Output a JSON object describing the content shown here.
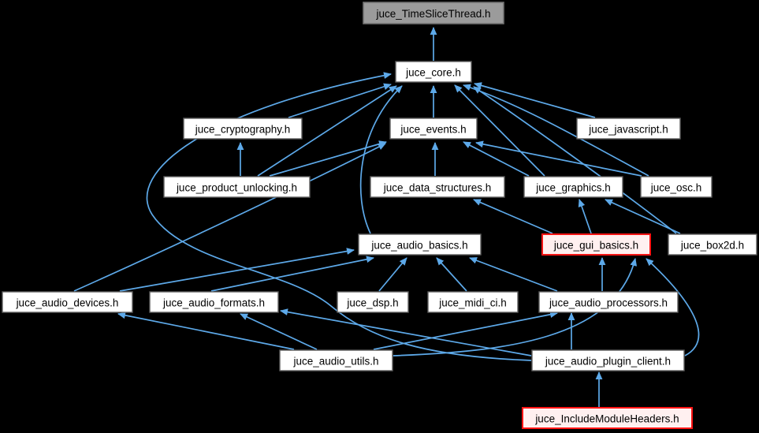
{
  "graph": {
    "colors": {
      "background": "#000000",
      "edge": "#5da9e9",
      "node_fill": "#ffffff",
      "node_border": "#5e5e5e",
      "text": "#000000",
      "focus_fill": "#9b9b9b",
      "focus_border": "#707070",
      "red_fill": "#fff0f0",
      "red_border": "#ff1414"
    },
    "nodes": [
      {
        "id": "tst",
        "label": "juce_TimeSliceThread.h",
        "style": "focus"
      },
      {
        "id": "core",
        "label": "juce_core.h",
        "style": "normal"
      },
      {
        "id": "crypto",
        "label": "juce_cryptography.h",
        "style": "normal"
      },
      {
        "id": "events",
        "label": "juce_events.h",
        "style": "normal"
      },
      {
        "id": "js",
        "label": "juce_javascript.h",
        "style": "normal"
      },
      {
        "id": "pu",
        "label": "juce_product_unlocking.h",
        "style": "normal"
      },
      {
        "id": "ds",
        "label": "juce_data_structures.h",
        "style": "normal"
      },
      {
        "id": "gfx",
        "label": "juce_graphics.h",
        "style": "normal"
      },
      {
        "id": "osc",
        "label": "juce_osc.h",
        "style": "normal"
      },
      {
        "id": "ab",
        "label": "juce_audio_basics.h",
        "style": "normal"
      },
      {
        "id": "gui",
        "label": "juce_gui_basics.h",
        "style": "red"
      },
      {
        "id": "box2d",
        "label": "juce_box2d.h",
        "style": "normal"
      },
      {
        "id": "ad",
        "label": "juce_audio_devices.h",
        "style": "normal"
      },
      {
        "id": "af",
        "label": "juce_audio_formats.h",
        "style": "normal"
      },
      {
        "id": "dsp",
        "label": "juce_dsp.h",
        "style": "normal"
      },
      {
        "id": "midi",
        "label": "juce_midi_ci.h",
        "style": "normal"
      },
      {
        "id": "ap",
        "label": "juce_audio_processors.h",
        "style": "normal"
      },
      {
        "id": "au",
        "label": "juce_audio_utils.h",
        "style": "normal"
      },
      {
        "id": "apc",
        "label": "juce_audio_plugin_client.h",
        "style": "normal"
      },
      {
        "id": "inc",
        "label": "juce_IncludeModuleHeaders.h",
        "style": "red"
      }
    ],
    "edges": [
      {
        "from": "core",
        "to": "tst"
      },
      {
        "from": "events",
        "to": "core"
      },
      {
        "from": "crypto",
        "to": "core"
      },
      {
        "from": "js",
        "to": "core"
      },
      {
        "from": "pu",
        "to": "crypto"
      },
      {
        "from": "pu",
        "to": "core"
      },
      {
        "from": "pu",
        "to": "events"
      },
      {
        "from": "ds",
        "to": "events"
      },
      {
        "from": "gfx",
        "to": "core"
      },
      {
        "from": "gfx",
        "to": "events"
      },
      {
        "from": "osc",
        "to": "core"
      },
      {
        "from": "osc",
        "to": "events"
      },
      {
        "from": "ab",
        "to": "core"
      },
      {
        "from": "gui",
        "to": "ds"
      },
      {
        "from": "gui",
        "to": "gfx"
      },
      {
        "from": "box2d",
        "to": "core"
      },
      {
        "from": "box2d",
        "to": "gfx"
      },
      {
        "from": "ad",
        "to": "events"
      },
      {
        "from": "ad",
        "to": "ab"
      },
      {
        "from": "af",
        "to": "ab"
      },
      {
        "from": "dsp",
        "to": "ab"
      },
      {
        "from": "midi",
        "to": "ab"
      },
      {
        "from": "ap",
        "to": "ab"
      },
      {
        "from": "ap",
        "to": "gui"
      },
      {
        "from": "au",
        "to": "ad"
      },
      {
        "from": "au",
        "to": "af"
      },
      {
        "from": "au",
        "to": "ap"
      },
      {
        "from": "au",
        "to": "gui"
      },
      {
        "from": "apc",
        "to": "ap"
      },
      {
        "from": "apc",
        "to": "gui"
      },
      {
        "from": "apc",
        "to": "core"
      },
      {
        "from": "apc",
        "to": "af"
      },
      {
        "from": "inc",
        "to": "apc"
      }
    ]
  }
}
